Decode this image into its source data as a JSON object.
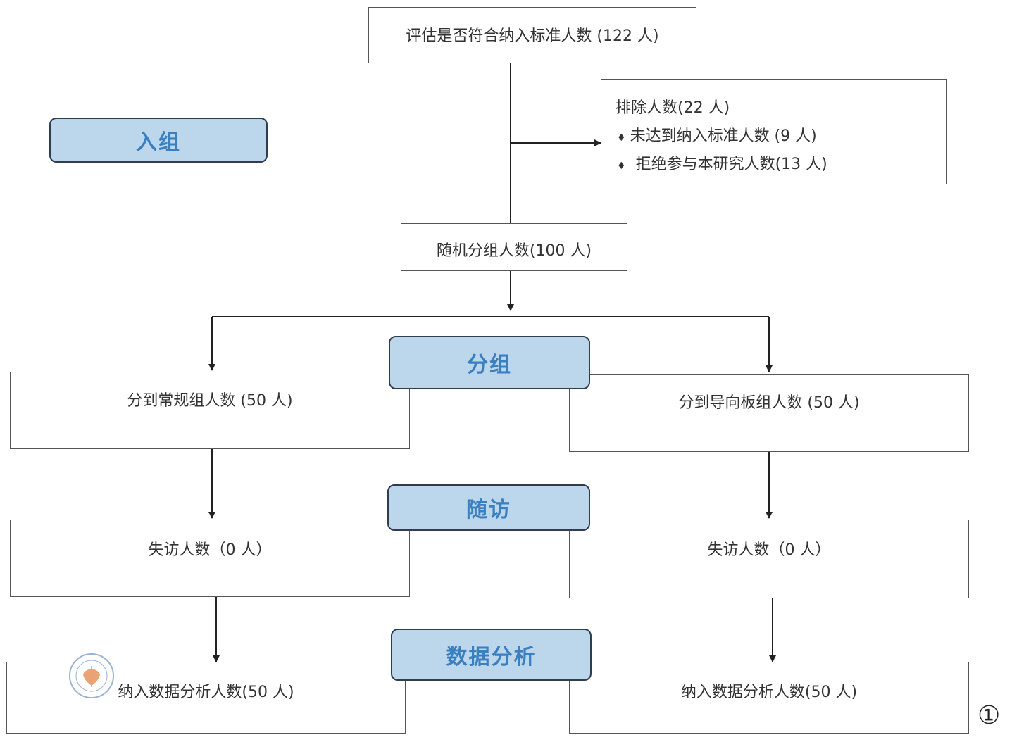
{
  "boxes": {
    "assess": "评估是否符合纳入标准人数 (122 人)",
    "excluded_title": "排除人数(22 人)",
    "excluded_items": [
      "未达到纳入标准人数 (9 人)",
      "拒绝参与本研究人数(13 人)"
    ],
    "randomized": "随机分组人数(100 人)",
    "group_conventional": "分到常规组人数 (50 人)",
    "group_guide": "分到导向板组人数 (50 人)",
    "lost_left": "失访人数（0 人）",
    "lost_right": "失访人数（0 人）",
    "analysis_left": "纳入数据分析人数(50 人)",
    "analysis_right": "纳入数据分析人数(50 人)"
  },
  "stages": {
    "enrollment": "入组",
    "allocation": "分组",
    "followup": "随访",
    "analysis": "数据分析"
  },
  "bullet_glyph": "♦",
  "figure_number": "①",
  "colors": {
    "stage_fill": "#bcd6ec",
    "stage_text": "#3a7fc0",
    "stage_border": "#2f3d4d",
    "box_border": "#555555",
    "arrow": "#222222"
  }
}
